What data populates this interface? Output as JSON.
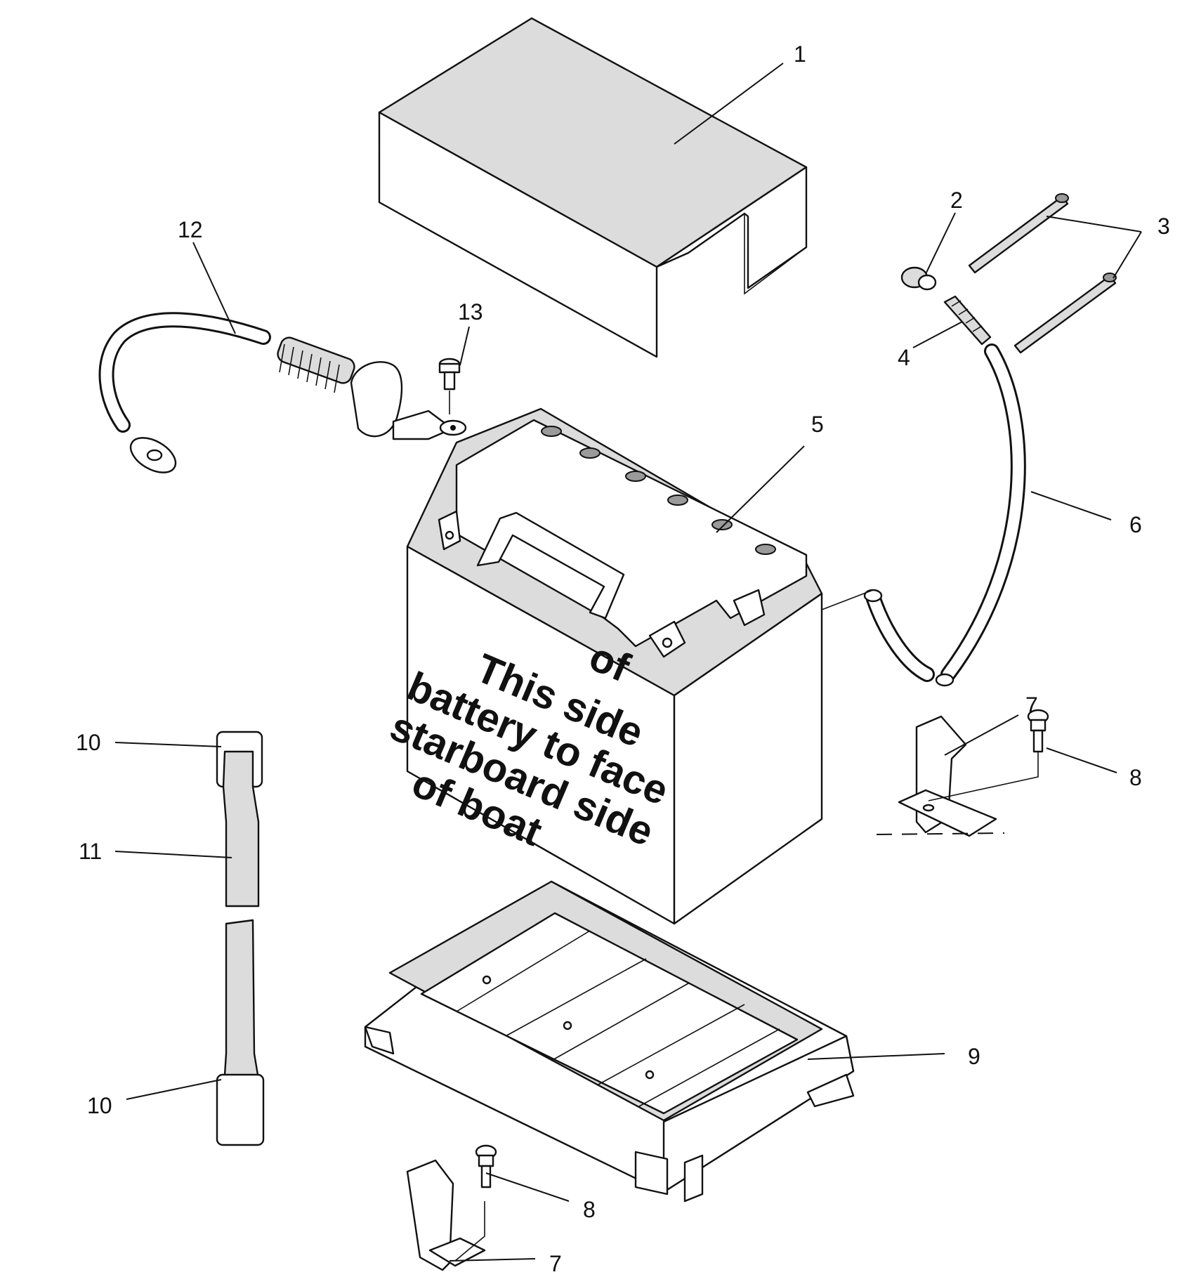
{
  "callouts": {
    "c1": "1",
    "c2": "2",
    "c3": "3",
    "c4": "4",
    "c5": "5",
    "c6": "6",
    "c7a": "7",
    "c7b": "7",
    "c8a": "8",
    "c8b": "8",
    "c9": "9",
    "c10a": "10",
    "c10b": "10",
    "c11": "11",
    "c12": "12",
    "c13": "13"
  },
  "battery_label": {
    "line1": "This side of",
    "line2": "battery to face",
    "line3": "starboard side",
    "line4": "of boat",
    "lines": [
      "This side",
      "of",
      "battery to face",
      "starboard side",
      "of boat"
    ]
  }
}
